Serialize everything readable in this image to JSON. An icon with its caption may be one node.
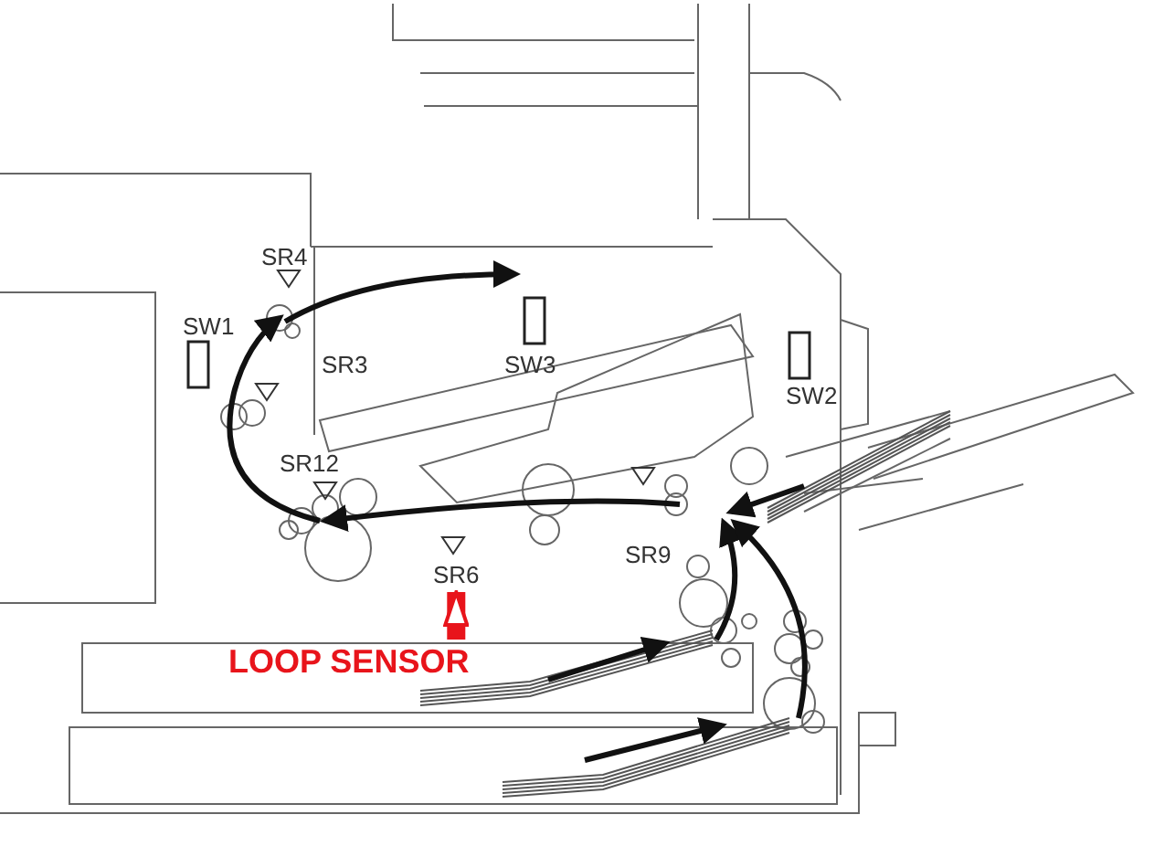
{
  "diagram": {
    "nodes": [
      {
        "text": [
          "SR6"
        ]
      },
      {
        "text": [
          "LOOP SENSOR"
        ]
      }
    ],
    "edges": [
      {
        "from": 1,
        "to": 0,
        "arrow": "to"
      }
    ],
    "labels": [
      "SR4",
      "SW1",
      "SR3",
      "SW3",
      "SW2",
      "SR12",
      "SR9"
    ]
  }
}
